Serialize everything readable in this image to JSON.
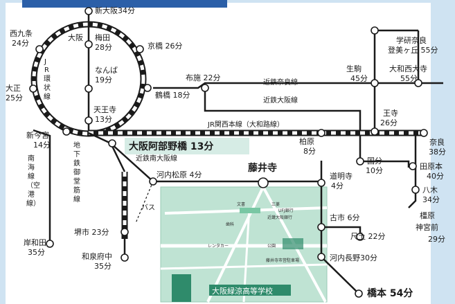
{
  "colors": {
    "background": "#cfe3f2",
    "panel": "#ffffff",
    "header_bar": "#2b5fa8",
    "line": "#1a1a1a",
    "highlight_box": "#d6ece5",
    "school_map_bg": "#bfe3d3",
    "school_map_road": "#ffffff",
    "school_block": "#2f8b6b"
  },
  "stations": {
    "shinosaka": "新大阪34分",
    "nishikujo": "西九条",
    "nishikujo_time": "24分",
    "osaka": "大阪",
    "umeda": "梅田",
    "umeda_time": "28分",
    "kyobashi": "京橋 26分",
    "namba": "なんば",
    "namba_time": "19分",
    "taisho": "大正",
    "taisho_time": "25分",
    "tennoji": "天王寺",
    "tennoji_time": "13分",
    "tsuruhashi": "鶴橋 18分",
    "fuse": "布施 22分",
    "ikoma": "生駒",
    "ikoma_time": "45分",
    "gakken": "学研奈良",
    "gakken2": "登美ヶ丘 55分",
    "yamato_saidaiji": "大和西大寺",
    "yamato_saidaiji_time": "55分",
    "oji": "王寺",
    "oji_time": "26分",
    "nara": "奈良",
    "nara_time": "38分",
    "shinimamiya": "新今宮",
    "shinimamiya_time": "14分",
    "abenobashi": "大阪阿部野橋 13分",
    "kashiwara": "柏原",
    "kashiwara_time": "8分",
    "kokubu": "国分",
    "kokubu_time": "10分",
    "tawaramoto": "田原本",
    "tawaramoto_time": "40分",
    "yagi": "八木",
    "yagi_time": "34分",
    "kawachimatsubara": "河内松原 4分",
    "fujiidera": "藤井寺",
    "domyoji": "道明寺",
    "domyoji_time": "4分",
    "furuichi": "古市 6分",
    "kashihara_jingu1": "橿原",
    "kashihara_jingu2": "神宮前",
    "kashihara_jingu3": "29分",
    "shakudo": "尺土 22分",
    "kawachinagano": "河内長野30分",
    "hashimoto": "橋本 54分",
    "kishiwada": "岸和田",
    "kishiwada_time": "35分",
    "sakai": "堺市 23分",
    "izumifuchu": "和泉府中",
    "izumifuchu_time": "35分"
  },
  "lines": {
    "jr_loop_1": "J",
    "jr_loop_2": "R",
    "jr_loop_3": "環",
    "jr_loop_4": "状",
    "jr_loop_5": "線",
    "kintetsu_nara": "近鉄奈良線",
    "kintetsu_osaka": "近鉄大阪線",
    "jr_kansai": "JR関西本線（大和路線）",
    "kintetsu_minami_osaka": "近鉄南大阪線",
    "nankai_1": "南",
    "nankai_2": "海",
    "nankai_3": "線",
    "nankai_4": "（空",
    "nankai_5": "港",
    "nankai_6": "線）",
    "midosuji_1": "地",
    "midosuji_2": "下",
    "midosuji_3": "鉄",
    "midosuji_4": "御",
    "midosuji_5": "堂",
    "midosuji_6": "筋",
    "midosuji_7": "線",
    "bus": "バス"
  },
  "school_map": {
    "school_name": "大阪緑涼高等学校",
    "label_bunkyo": "文書",
    "label_sanmei": "三菱",
    "label_ufj": "UFJ銀行",
    "label_kintetsu_bank": "近畿大阪銀行",
    "label_shika": "歯科",
    "label_rental": "レンタカー",
    "label_park": "公園",
    "label_parking": "藤井寺市営駐車場"
  }
}
